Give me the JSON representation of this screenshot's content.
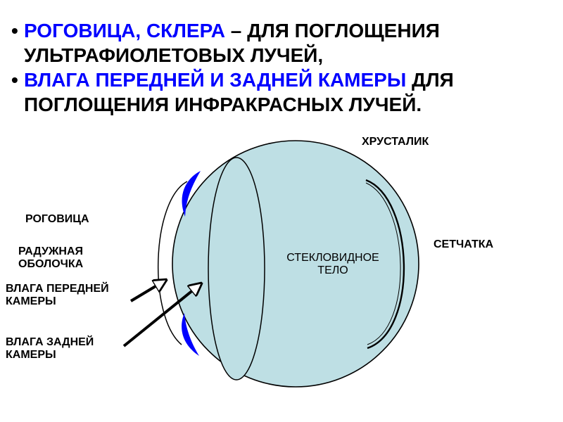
{
  "bullets": [
    {
      "highlight": "РОГОВИЦА, СКЛЕРА",
      "rest": " – ДЛЯ ПОГЛОЩЕНИЯ",
      "line2": "УЛЬТРАФИОЛЕТОВЫХ ЛУЧЕЙ,"
    },
    {
      "highlight": "ВЛАГА ПЕРЕДНЕЙ И ЗАДНЕЙ КАМЕРЫ",
      "rest": " ДЛЯ",
      "line2": "ПОГЛОЩЕНИЯ ИНФРАКРАСНЫХ ЛУЧЕЙ."
    }
  ],
  "labels": {
    "lens": "ХРУСТАЛИК",
    "cornea": "РОГОВИЦА",
    "iris_1": "РАДУЖНАЯ",
    "iris_2": "ОБОЛОЧКА",
    "retina": "СЕТЧАТКА",
    "vitreous_1": "СТЕКЛОВИДНОЕ",
    "vitreous_2": "ТЕЛО",
    "anterior_1": "ВЛАГА ПЕРЕДНЕЙ",
    "anterior_2": "КАМЕРЫ",
    "posterior_1": "ВЛАГА ЗАДНЕЙ",
    "posterior_2": "КАМЕРЫ"
  },
  "colors": {
    "highlight": "#0000ff",
    "eye_fill": "#bedfe4",
    "iris": "#0000ff"
  }
}
